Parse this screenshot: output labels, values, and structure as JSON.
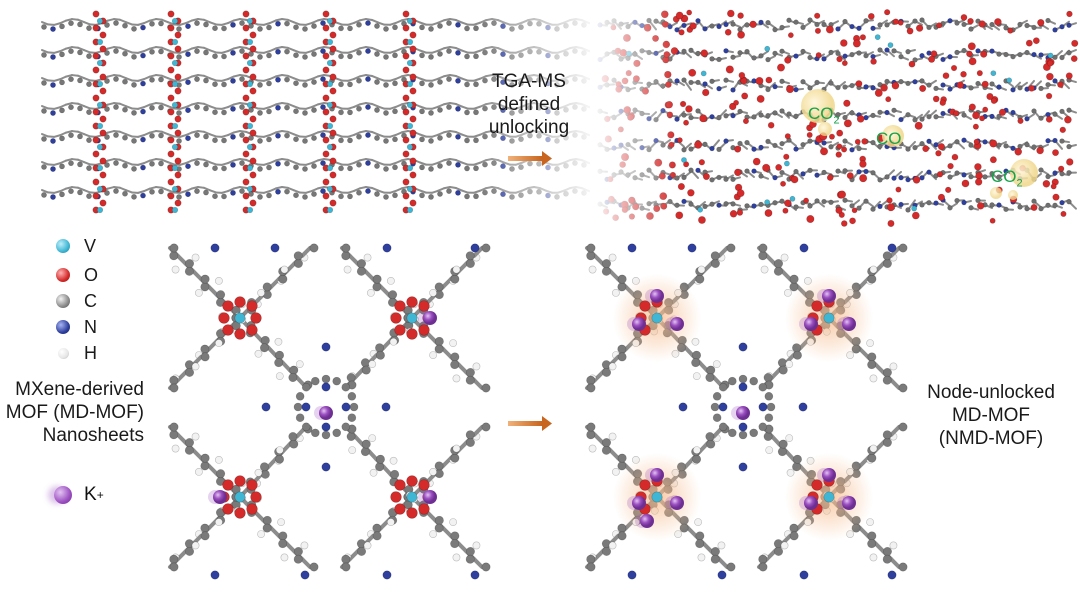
{
  "top_arrow_text": [
    "TGA-MS",
    "defined",
    "unlocking"
  ],
  "gas_labels": [
    {
      "species": "CO",
      "subscript": "2"
    },
    {
      "species": "CO",
      "subscript": ""
    },
    {
      "species": "CO",
      "subscript": "2"
    }
  ],
  "legend": [
    {
      "symbol": "V",
      "color": "#3fb6d3"
    },
    {
      "symbol": "O",
      "color": "#d42a2a"
    },
    {
      "symbol": "C",
      "color": "#8a8a8a"
    },
    {
      "symbol": "N",
      "color": "#2e3f9e"
    },
    {
      "symbol": "H",
      "color": "#e6e6e6"
    }
  ],
  "left_caption": [
    "MXene-derived",
    "MOF (MD-MOF)",
    "Nanosheets"
  ],
  "ion_label": "K",
  "ion_charge": "+",
  "right_caption": [
    "Node-unlocked",
    "MD-MOF",
    "(NMD-MOF)"
  ],
  "colors": {
    "vanadium": "#3fb6d3",
    "oxygen": "#d42a2a",
    "carbon": "#7a7a7a",
    "nitrogen": "#2e3f9e",
    "hydrogen": "#f2f2f2",
    "potassium": "#9b4fc0",
    "arrow": "#c8651e",
    "glow": "#f6b98a",
    "gas_bubble": "#f2d98c",
    "gas_text": "#17a34a"
  }
}
